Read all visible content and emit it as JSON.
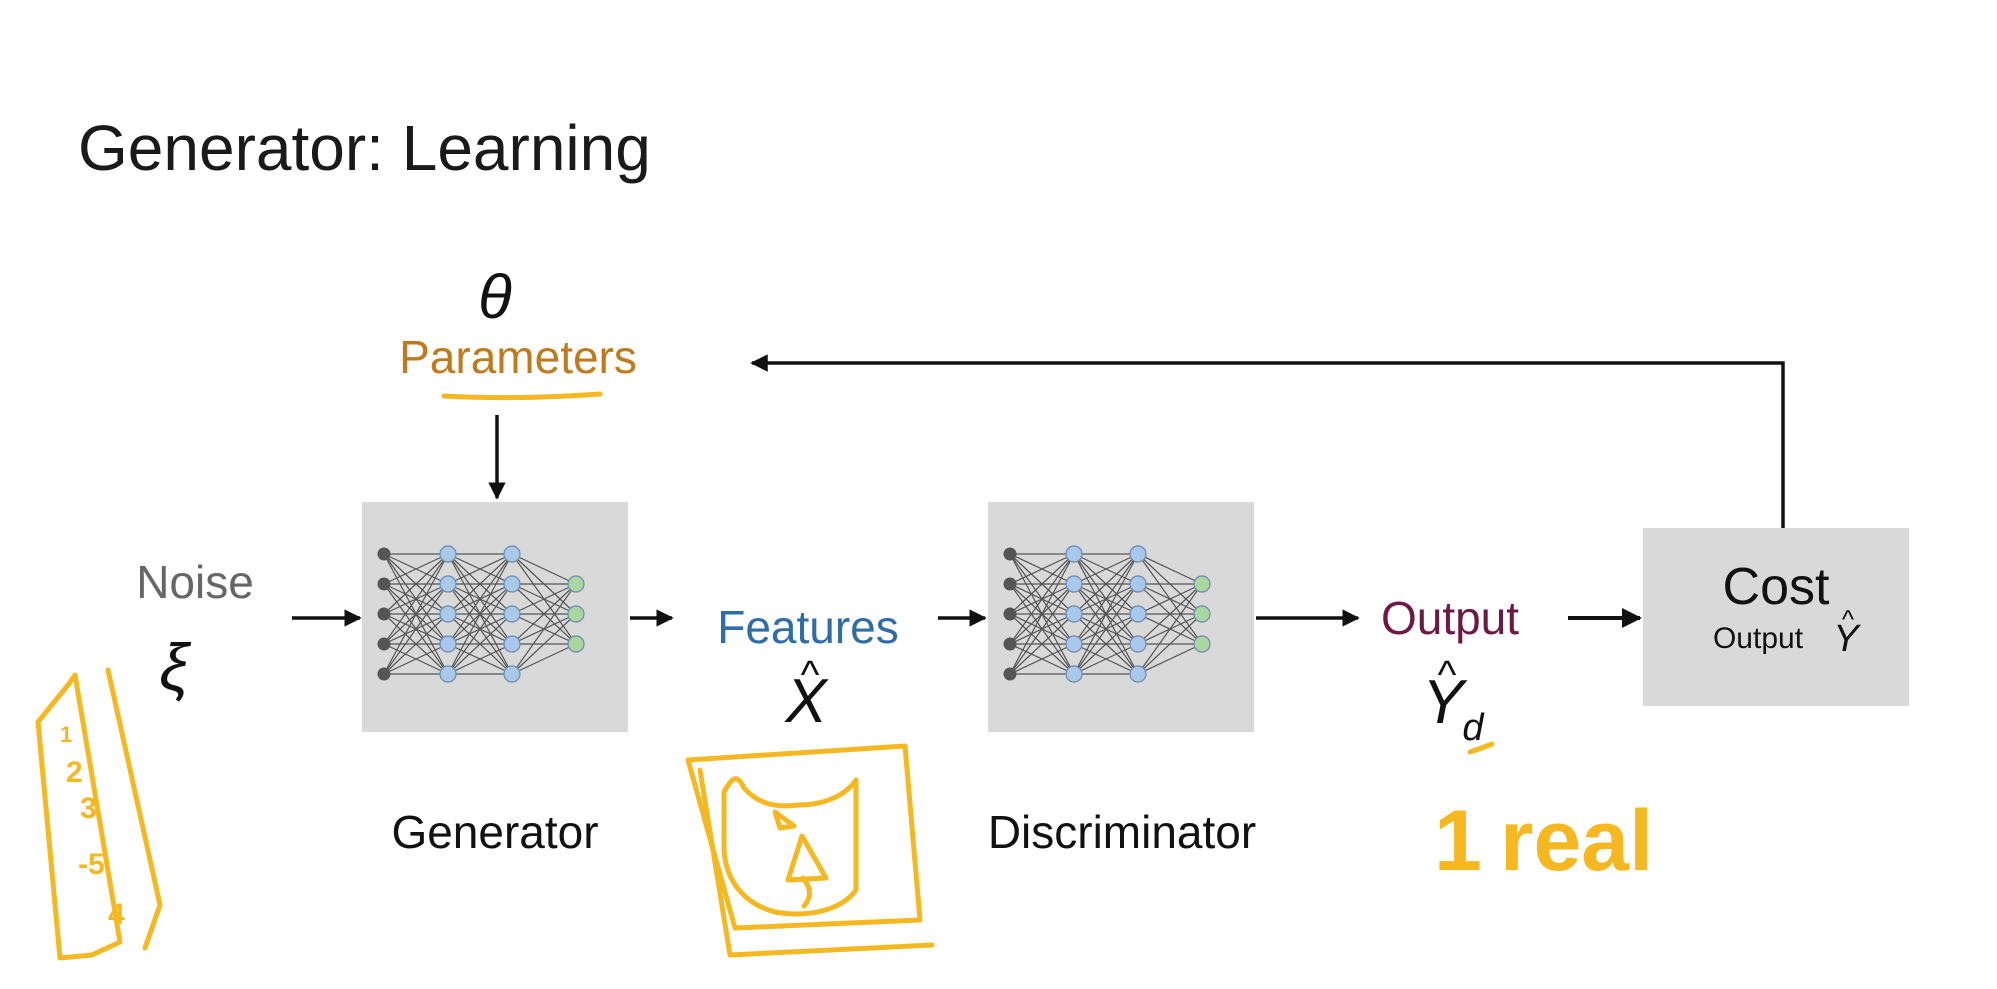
{
  "slide": {
    "title": "Generator: Learning"
  },
  "nodes": {
    "theta_symbol": "θ",
    "parameters_label": "Parameters",
    "noise_label": "Noise",
    "noise_symbol": "ξ",
    "generator_label": "Generator",
    "features_label": "Features",
    "features_symbol": "X",
    "features_hat": "^",
    "discriminator_label": "Discriminator",
    "output_label": "Output",
    "output_symbol": "Y",
    "output_hat": "^",
    "output_subscript": "d",
    "cost_title": "Cost",
    "cost_sub_label": "Output",
    "cost_symbol": "Y",
    "cost_hat": "^"
  },
  "annotations": {
    "noise_vector_values": [
      "1",
      "2",
      "3",
      "-5",
      "4"
    ],
    "output_note_digit": "1",
    "output_note_word": "real"
  },
  "colors": {
    "title": "#1a1a1a",
    "parameters": "#c07a1e",
    "noise": "#666666",
    "features": "#2e6da8",
    "output": "#6e1846",
    "box_fill": "#d9d9d9",
    "neuron_blue": "#a9c9ec",
    "neuron_green": "#a8d8a0",
    "annotation": "#f6b820",
    "arrow": "#111111"
  }
}
